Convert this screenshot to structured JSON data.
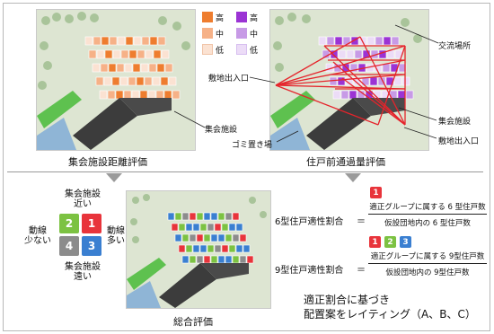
{
  "legend": {
    "hi": "高",
    "mid": "中",
    "lo": "低",
    "orange": {
      "hi": "#ee7d2f",
      "mid": "#f6b187",
      "lo": "#fbe2d2"
    },
    "purple": {
      "hi": "#9b33d4",
      "mid": "#c79ae6",
      "lo": "#ecdcf7"
    }
  },
  "top_left": {
    "caption": "集会施設距離評価",
    "label_facility": "集会施設"
  },
  "top_right": {
    "caption": "住戸前通過量評価",
    "label_exchange": "交流場所",
    "label_entrance_top": "敷地出入口",
    "label_facility": "集会施設",
    "label_garbage": "ゴミ置き場",
    "label_entrance_bottom": "敷地出入口"
  },
  "quadrant": {
    "top": "集会施設",
    "top2": "近い",
    "bottom": "集会施設",
    "bottom2": "遠い",
    "left": "動線",
    "left2": "少ない",
    "right": "動線",
    "right2": "多い",
    "cells": [
      "2",
      "1",
      "4",
      "3"
    ],
    "colors": [
      "#7cc242",
      "#e8343b",
      "#8c8c8c",
      "#3a7fd1"
    ]
  },
  "bottom_center": {
    "caption": "総合評価"
  },
  "formula6": {
    "label": "6型住戸適性割合",
    "equals": "＝",
    "numerator": "適正グループに属する 6 型住戸数",
    "denominator": "仮設団地内の 6 型住戸数",
    "badges": [
      "1"
    ]
  },
  "formula9": {
    "label": "9型住戸適性割合",
    "equals": "＝",
    "numerator": "適正グループに属する 9型住戸数",
    "denominator": "仮設団地内の 9型住戸数",
    "badges": [
      "1",
      "2",
      "3"
    ]
  },
  "conclusion": {
    "line1": "適正割合に基づき",
    "line2": "配置案をレイティング（A、B、C）"
  }
}
